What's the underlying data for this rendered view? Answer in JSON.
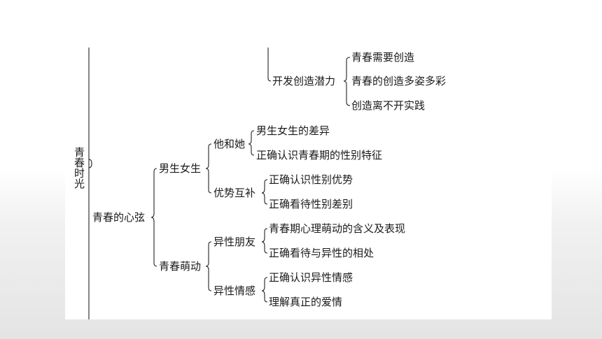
{
  "root": "青春时光",
  "top_branch": {
    "label": "开发创造潜力",
    "items": [
      "青春需要创造",
      "青春的创造多姿多彩",
      "创造离不开实践"
    ]
  },
  "main": {
    "label": "青春的心弦",
    "boy_girl": {
      "label": "男生女生",
      "he_she": {
        "label": "他和她",
        "items": [
          "男生女生的差异",
          "正确认识青春期的性别特征"
        ]
      },
      "complement": {
        "label": "优势互补",
        "items": [
          "正确认识性别优势",
          "正确看待性别差别"
        ]
      }
    },
    "youth_feelings": {
      "label": "青春萌动",
      "friends": {
        "label": "异性朋友",
        "items": [
          "青春期心理萌动的含义及表现",
          "正确看待与异性的相处"
        ]
      },
      "emotion": {
        "label": "异性情感",
        "items": [
          "正确认识异性情感",
          "理解真正的爱情"
        ]
      }
    }
  }
}
